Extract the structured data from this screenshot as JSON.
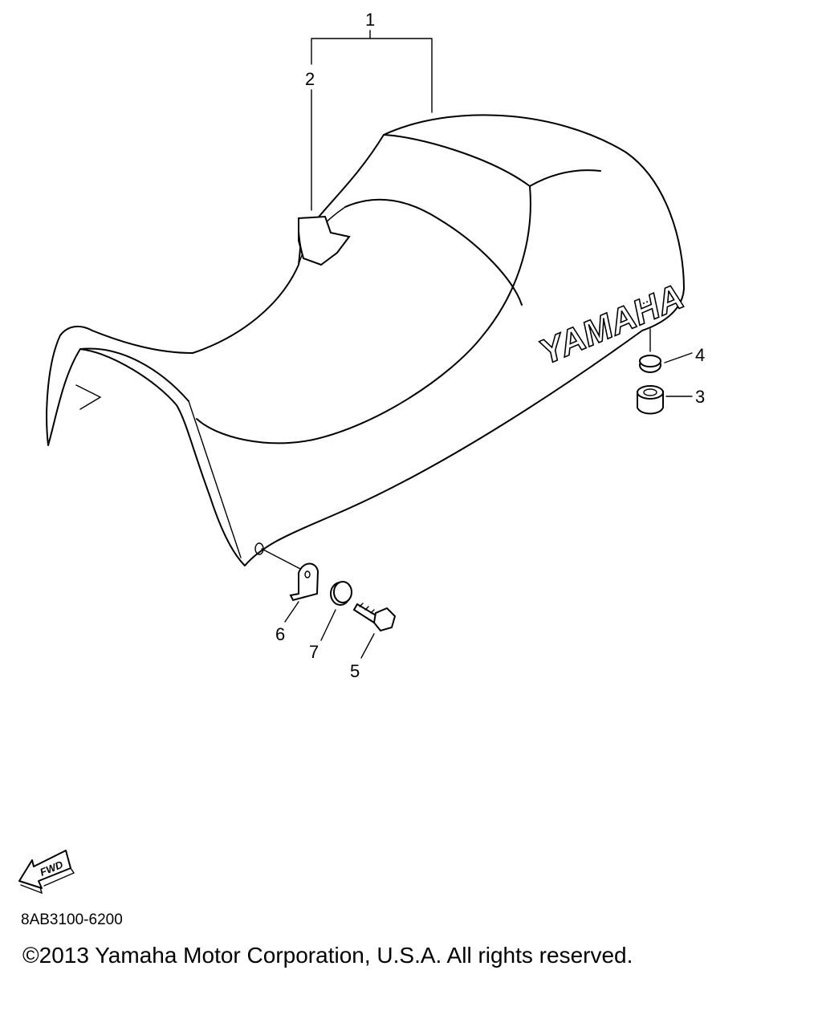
{
  "diagram": {
    "callouts": {
      "c1": "1",
      "c2": "2",
      "c3": "3",
      "c4": "4",
      "c5": "5",
      "c6": "6",
      "c7": "7"
    },
    "seat_brand_text": "YAMAHA",
    "fwd_arrow_text": "FWD",
    "part_code": "8AB3100-6200",
    "copyright": "©2013 Yamaha Motor Corporation, U.S.A. All rights reserved."
  }
}
